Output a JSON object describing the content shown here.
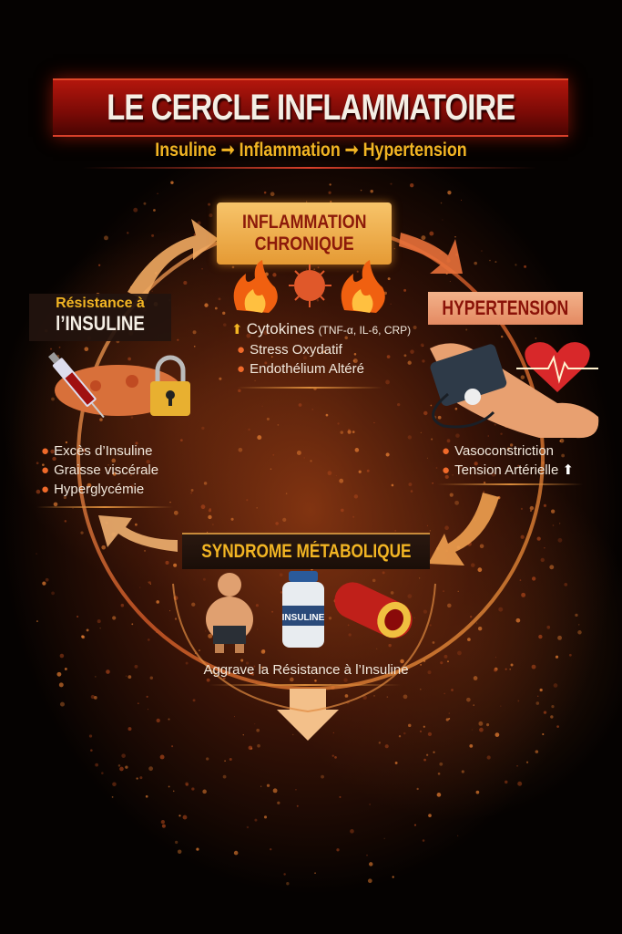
{
  "title": "LE CERCLE INFLAMMATOIRE",
  "subtitle": {
    "step1": "Insuline",
    "step2": "Inflammation",
    "step3": "Hypertension",
    "arrow": "➞"
  },
  "inflammation": {
    "line1": "INFLAMMATION",
    "line2": "CHRONIQUE",
    "cytokines": "Cytokines",
    "cytokines_detail": "(TNF-α, IL-6, CRP)",
    "items": [
      "Stress Oxydatif",
      "Endothélium Altéré"
    ]
  },
  "resistance": {
    "line1": "Résistance à",
    "line2": "l’INSULINE",
    "items": [
      "Excès d’Insuline",
      "Graisse viscérale",
      "Hyperglycémie"
    ]
  },
  "hypertension": {
    "title": "HYPERTENSION",
    "items": [
      "Vasoconstriction",
      "Tension Artérielle"
    ]
  },
  "syndrome": {
    "title": "SYNDROME MÉTABOLIQUE",
    "bottle_label": "INSULINE",
    "caption": "Aggrave la Résistance à l’Insuline"
  },
  "colors": {
    "accent_gold": "#f2b523",
    "banner_red": "#b3160c",
    "bullet": "#f06a2a"
  }
}
